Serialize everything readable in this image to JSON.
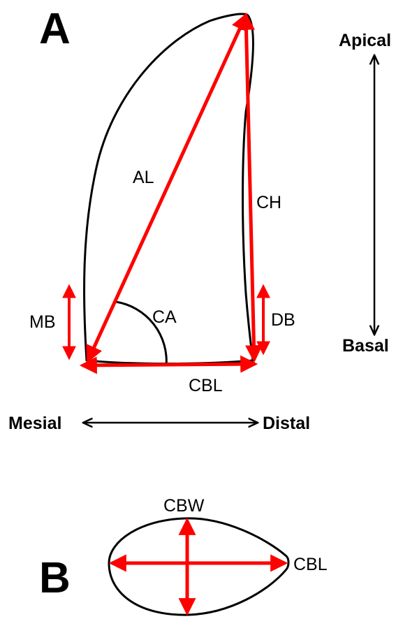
{
  "panels": {
    "a": "A",
    "b": "B"
  },
  "measurements": {
    "al": "AL",
    "ch": "CH",
    "ca": "CA",
    "mb": "MB",
    "db": "DB",
    "cbl_lateral": "CBL",
    "cbw": "CBW",
    "cbl_basal": "CBL"
  },
  "orientation": {
    "apical": "Apical",
    "basal": "Basal",
    "mesial": "Mesial",
    "distal": "Distal"
  },
  "colors": {
    "measure": "#ff0000",
    "outline": "#000000"
  }
}
